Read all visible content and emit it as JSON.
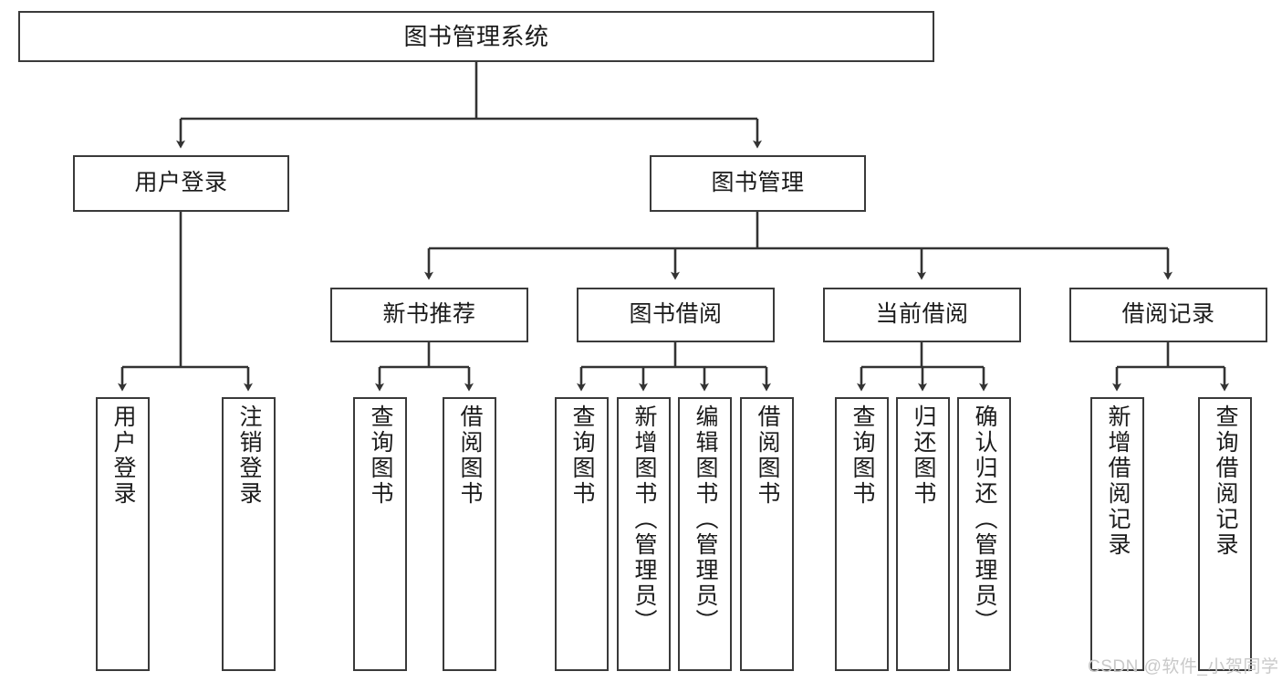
{
  "diagram": {
    "title": "图书管理系统",
    "watermark": "CSDN @软件_小贺同学",
    "colors": {
      "node_border": "#3a3a3a",
      "node_fill": "#ffffff",
      "edge": "#333333",
      "text": "#1b1b1b",
      "watermark": "#c9c9c9",
      "background": "#ffffff"
    },
    "root": {
      "label": "图书管理系统"
    },
    "level1": [
      {
        "label": "用户登录"
      },
      {
        "label": "图书管理"
      }
    ],
    "level2": [
      {
        "label": "新书推荐"
      },
      {
        "label": "图书借阅"
      },
      {
        "label": "当前借阅"
      },
      {
        "label": "借阅记录"
      }
    ],
    "leaves": [
      {
        "label": "用户登录"
      },
      {
        "label": "注销登录"
      },
      {
        "label": "查询图书"
      },
      {
        "label": "借阅图书"
      },
      {
        "label": "查询图书"
      },
      {
        "label": "新增图书（管理员）"
      },
      {
        "label": "编辑图书（管理员）"
      },
      {
        "label": "借阅图书"
      },
      {
        "label": "查询图书"
      },
      {
        "label": "归还图书"
      },
      {
        "label": "确认归还（管理员）"
      },
      {
        "label": "新增借阅记录"
      },
      {
        "label": "查询借阅记录"
      }
    ]
  }
}
